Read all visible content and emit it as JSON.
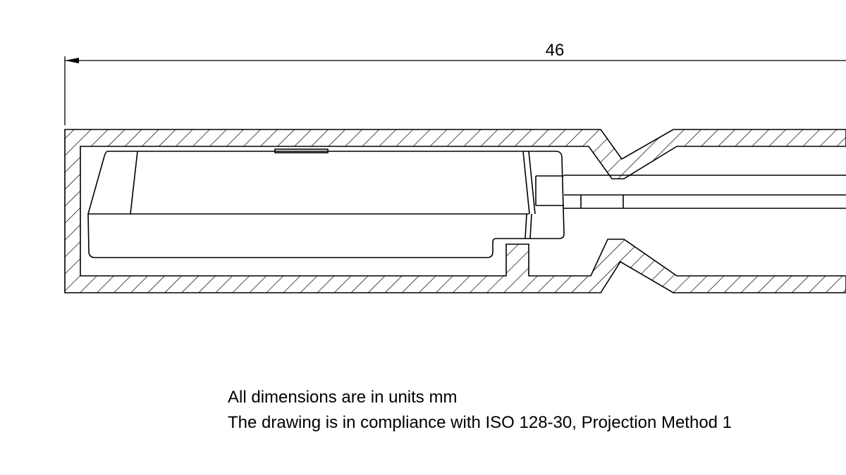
{
  "drawing": {
    "dimension_value": "46",
    "line_color": "#000000",
    "background": "#ffffff"
  },
  "notes": {
    "units": "All dimensions are in units mm",
    "compliance": "The drawing is in compliance with ISO 128-30, Projection Method 1"
  }
}
